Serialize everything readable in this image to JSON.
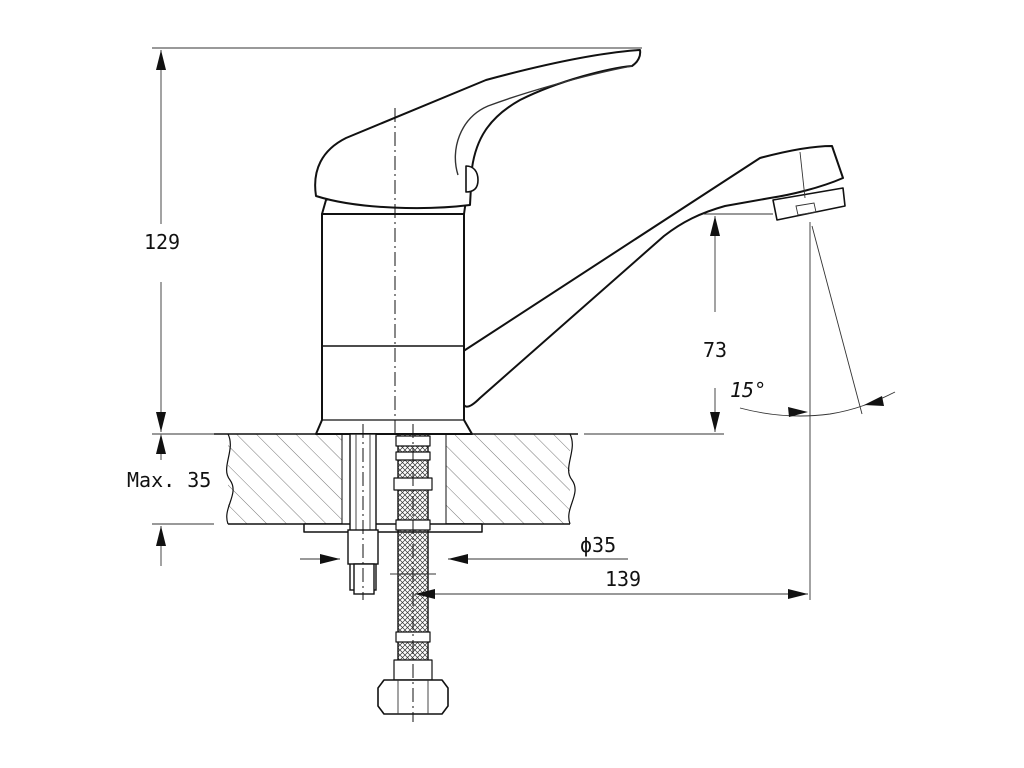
{
  "drawing": {
    "subject": "single-lever-faucet",
    "line_color": "#111111",
    "background": "#ffffff"
  },
  "dimensions": {
    "height_total": "129",
    "spout_height": "73",
    "mount_thickness": "Max. 35",
    "hole_diameter": "ϕ35",
    "spout_reach": "139",
    "swivel_angle": "15°"
  }
}
